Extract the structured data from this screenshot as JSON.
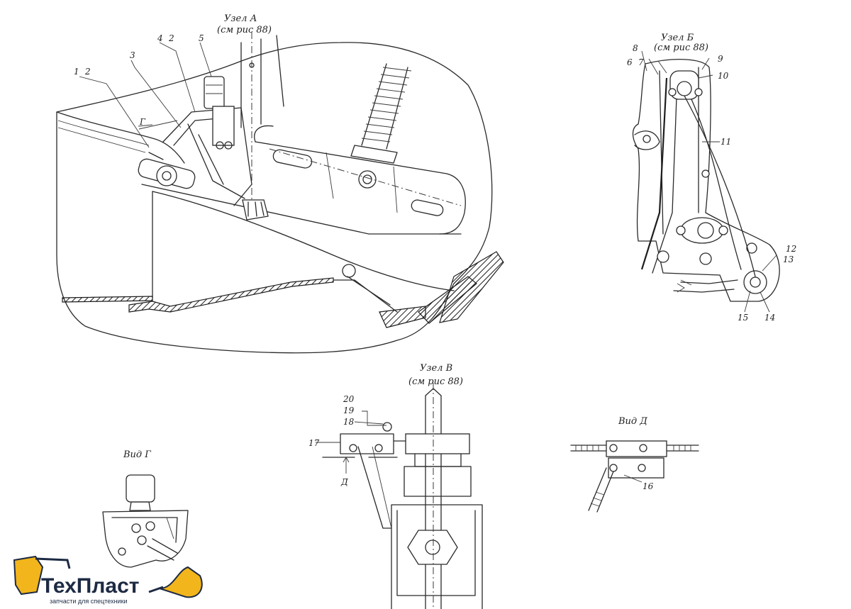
{
  "nodes": {
    "a": {
      "title": "Узел А",
      "ref": "(см рис 88)"
    },
    "b": {
      "title": "Узел Б",
      "ref": "(см рис 88)"
    },
    "v": {
      "title": "Узел В",
      "ref": "(см рис 88)"
    }
  },
  "views": {
    "g": "Вид Г",
    "d": "Вид Д"
  },
  "markers": {
    "g": "Г",
    "d": "Д"
  },
  "callouts": [
    "1",
    "2",
    "3",
    "4",
    "5",
    "6",
    "7",
    "8",
    "9",
    "10",
    "11",
    "12",
    "13",
    "14",
    "15",
    "16",
    "17",
    "18",
    "19",
    "20"
  ],
  "logo": {
    "name": "ТехПласт",
    "tagline": "запчасти для спецтехники",
    "colors": {
      "text": "#1d2a44",
      "accent": "#f2b51c"
    }
  }
}
